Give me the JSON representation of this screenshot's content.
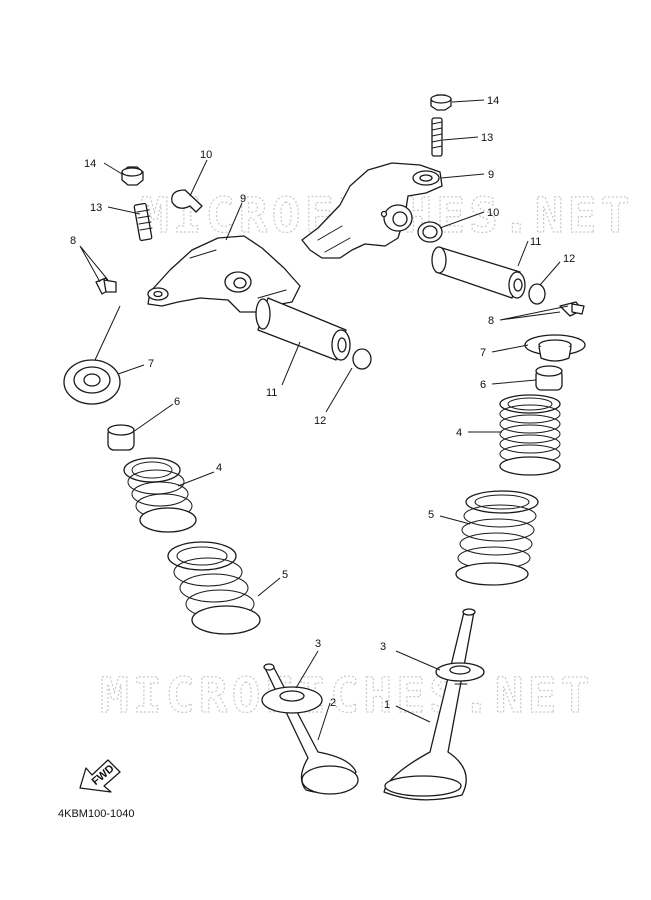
{
  "diagram": {
    "reference_code": "4KBM100-1040",
    "watermark_text": "MICROFICHES.NET",
    "fwd_label": "FWD",
    "callouts": {
      "c1": "1",
      "c2": "2",
      "c3a": "3",
      "c3b": "3",
      "c4a": "4",
      "c4b": "4",
      "c5a": "5",
      "c5b": "5",
      "c6a": "6",
      "c6b": "6",
      "c7a": "7",
      "c7b": "7",
      "c8a": "8",
      "c8b": "8",
      "c9a": "9",
      "c9b": "9",
      "c10a": "10",
      "c10b": "10",
      "c11a": "11",
      "c11b": "11",
      "c12a": "12",
      "c12b": "12",
      "c13a": "13",
      "c13b": "13",
      "c14a": "14",
      "c14b": "14"
    }
  }
}
